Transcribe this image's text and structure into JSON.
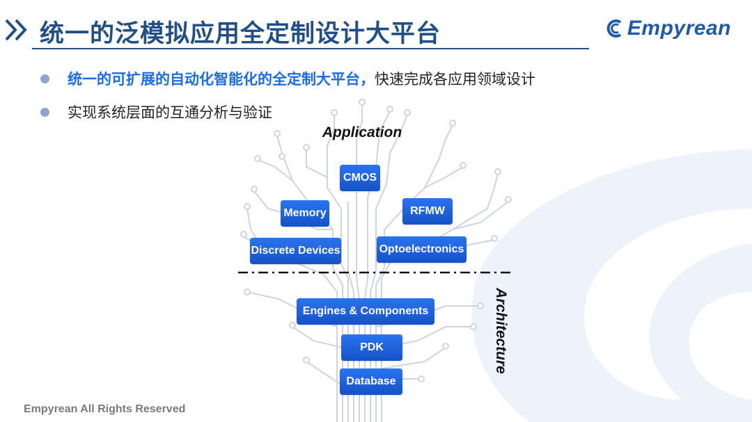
{
  "header": {
    "title": "统一的泛模拟应用全定制设计大平台",
    "brand": "Empyrean"
  },
  "bullets": [
    {
      "strong": "统一的可扩展的自动化智能化的全定制大平台，",
      "text": "快速完成各应用领域设计"
    },
    {
      "strong": "",
      "text": "实现系统层面的互通分析与验证"
    }
  ],
  "diagram": {
    "top_label": "Application",
    "bottom_label": "Architecture",
    "application_nodes": {
      "cmos": "CMOS",
      "memory": "Memory",
      "rfmw": "RFMW",
      "discrete": "Discrete Devices",
      "opto": "Optoelectronics"
    },
    "architecture_nodes": {
      "engines": "Engines & Components",
      "pdk": "PDK",
      "database": "Database"
    }
  },
  "footer": {
    "text": "Empyrean All Rights Reserved"
  },
  "colors": {
    "title": "#1f4f86",
    "accent": "#1a6de8",
    "node": "#1a5fd6",
    "trace": "#cdd3e0",
    "watermark": "#eef2fa"
  }
}
